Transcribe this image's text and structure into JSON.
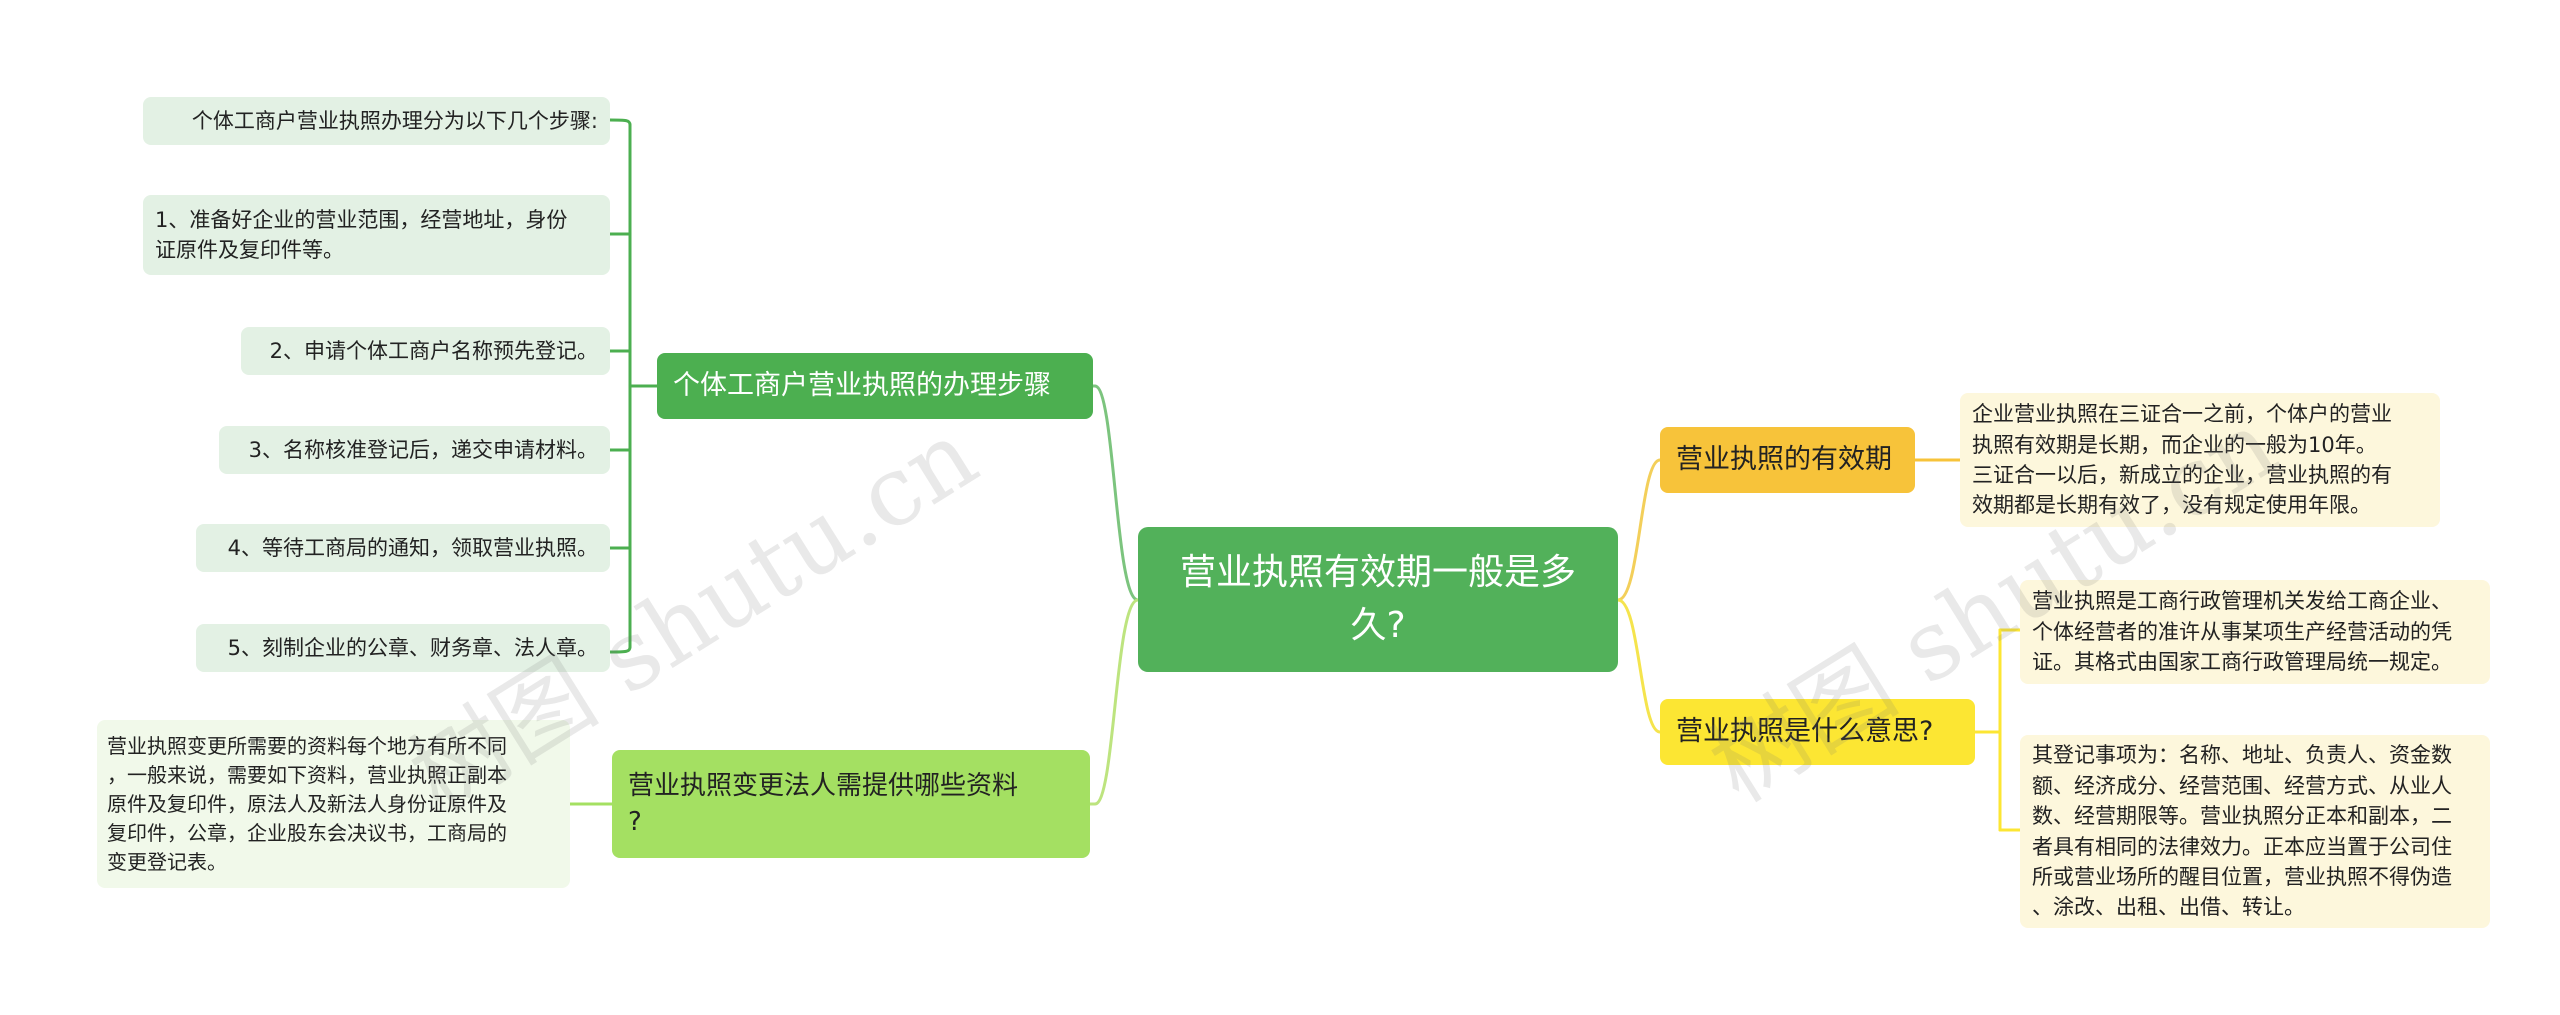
{
  "root": {
    "label": "营业执照有效期一般是多\n久?"
  },
  "watermark": {
    "text": "树图 shutu.cn"
  },
  "branches": {
    "steps": {
      "label": "个体工商户营业执照的办理步骤",
      "items": [
        "个体工商户营业执照办理分为以下几个步骤:",
        "1、准备好企业的营业范围，经营地址，身份\n证原件及复印件等。",
        "2、申请个体工商户名称预先登记。",
        "3、名称核准登记后，递交申请材料。",
        "4、等待工商局的通知，领取营业执照。",
        "5、刻制企业的公章、财务章、法人章。"
      ]
    },
    "change": {
      "label": "营业执照变更法人需提供哪些资料\n?",
      "items": [
        "营业执照变更所需要的资料每个地方有所不同\n，一般来说，需要如下资料，营业执照正副本\n原件及复印件，原法人及新法人身份证原件及\n复印件，公章，企业股东会决议书，工商局的\n变更登记表。"
      ]
    },
    "validity": {
      "label": "营业执照的有效期",
      "items": [
        "企业营业执照在三证合一之前，个体户的营业\n执照有效期是长期，而企业的一般为10年。\n三证合一以后，新成立的企业，营业执照的有\n效期都是长期有效了，没有规定使用年限。"
      ]
    },
    "meaning": {
      "label": "营业执照是什么意思?",
      "items": [
        "营业执照是工商行政管理机关发给工商企业、\n个体经营者的准许从事某项生产经营活动的凭\n证。其格式由国家工商行政管理局统一规定。",
        "其登记事项为：名称、地址、负责人、资金数\n额、经济成分、经营范围、经营方式、从业人\n数、经营期限等。营业执照分正本和副本，二\n者具有相同的法律效力。正本应当置于公司住\n所或营业场所的醒目位置，营业执照不得伪造\n、涂改、出租、出借、转让。"
      ]
    }
  },
  "colors": {
    "green_line": "#4caf50",
    "lime_line": "#a4e062",
    "orange_line": "#f7c33a",
    "yellow_line": "#fce633"
  }
}
